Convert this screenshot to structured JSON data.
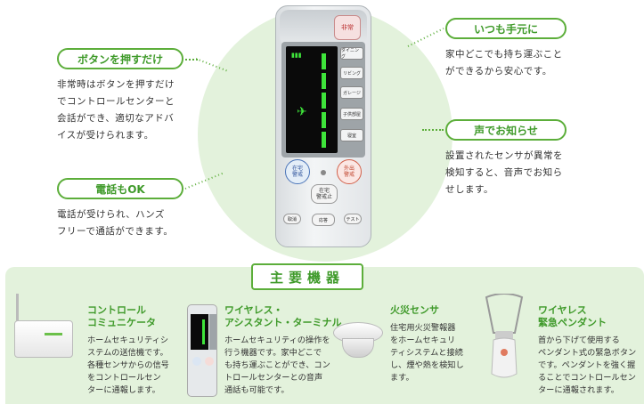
{
  "top": {
    "features": [
      {
        "title": "ボタンを押すだけ",
        "lines": [
          "非常時はボタンを押すだけ",
          "でコントロールセンターと",
          "会話ができ、適切なアドバ",
          "イスが受けられます。"
        ]
      },
      {
        "title": "電話もOK",
        "lines": [
          "電話が受けられ、ハンズ",
          "フリーで通話ができます。"
        ]
      },
      {
        "title": "いつも手元に",
        "lines": [
          "家中どこでも持ち運ぶこと",
          "ができるから安心です。"
        ]
      },
      {
        "title": "声でお知らせ",
        "lines": [
          "設置されたセンサが異常を",
          "検知すると、音声でお知ら",
          "せします。"
        ]
      }
    ],
    "remote": {
      "sos": "非常",
      "side_buttons": [
        "ダイニング",
        "リビング",
        "ガレージ",
        "子供部屋",
        "寝室"
      ],
      "btn_home": "在宅\n警戒",
      "btn_out": "外出\n警戒",
      "btn_home_stop": "在宅\n警戒止",
      "btn_cancel": "取消",
      "btn_answer": "応答",
      "btn_test": "テスト"
    }
  },
  "bottom": {
    "title": "主要機器",
    "products": [
      {
        "title": [
          "コントロール",
          "コミュニケータ"
        ],
        "lines": [
          "ホームセキュリティシ",
          "ステムの送信機です。",
          "各種センサからの信号",
          "をコントロールセン",
          "ターに通報します。"
        ]
      },
      {
        "title": [
          "ワイヤレス・",
          "アシスタント・ターミナル"
        ],
        "lines": [
          "ホームセキュリティの操作を",
          "行う機器です。家中どこで",
          "も持ち運ぶことができ、コン",
          "トロールセンターとの音声",
          "通話も可能です。"
        ]
      },
      {
        "title": [
          "火災センサ"
        ],
        "lines": [
          "住宅用火災警報器",
          "をホームセキュリ",
          "ティシステムと接続",
          "し、煙や熱を検知し",
          "ます。"
        ]
      },
      {
        "title": [
          "ワイヤレス",
          "緊急ペンダント"
        ],
        "lines": [
          "首から下げて使用する",
          "ペンダント式の緊急ボタン",
          "です。ペンダントを強く握",
          "ることでコントロールセン",
          "ターに通報されます。"
        ]
      }
    ]
  }
}
